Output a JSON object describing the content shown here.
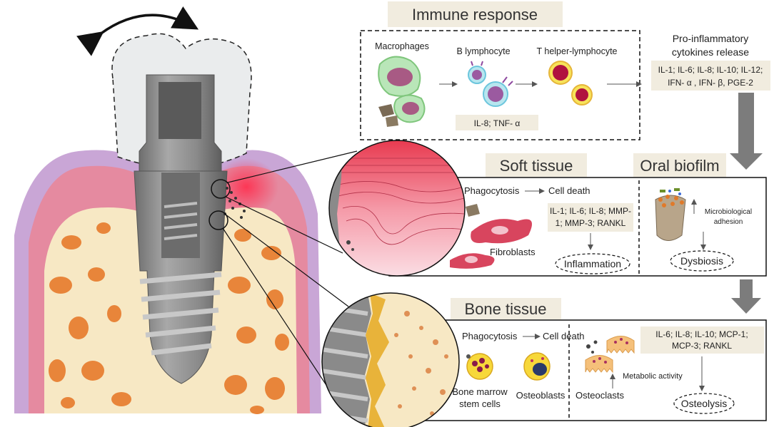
{
  "immune": {
    "title": "Immune response",
    "macrophages": "Macrophages",
    "b_lymphocyte": "B lymphocyte",
    "t_helper": "T helper-lymphocyte",
    "cytokines_small": "IL-8; TNF- α"
  },
  "pro_inflammatory": {
    "title_line1": "Pro-inflammatory",
    "title_line2": "cytokines release",
    "list_line1": "IL-1; IL-6; IL-8; IL-10; IL-12;",
    "list_line2": "IFN- α , IFN- β, PGE-2"
  },
  "soft_tissue": {
    "title": "Soft tissue",
    "phagocytosis": "Phagocytosis",
    "cell_death": "Cell death",
    "cytokines_line1": "IL-1; IL-6; IL-8; MMP-",
    "cytokines_line2": "1; MMP-3; RANKL",
    "fibroblasts": "Fibroblasts",
    "inflammation": "Inflammation"
  },
  "oral_biofilm": {
    "title": "Oral biofilm",
    "adhesion_line1": "Microbiological",
    "adhesion_line2": "adhesion",
    "dysbiosis": "Dysbiosis"
  },
  "bone_tissue": {
    "title": "Bone tissue",
    "phagocytosis": "Phagocytosis",
    "cell_death": "Cell death",
    "stem_cells_line1": "Bone marrow",
    "stem_cells_line2": "stem cells",
    "osteoblasts": "Osteoblasts",
    "osteoclasts": "Osteoclasts",
    "metabolic": "Metabolic activity",
    "cytokines_line1": "IL-6; IL-8; IL-10; MCP-1;",
    "cytokines_line2": "MCP-3; RANKL",
    "osteolysis": "Osteolysis"
  },
  "colors": {
    "gum": "#e58aa0",
    "gum_outer": "#c9a6d6",
    "bone": "#f7e8c4",
    "bone_spot": "#e8853a",
    "implant": "#8f8f8f",
    "label_bg": "#f1ecdf",
    "arrow": "#7c7c7c"
  }
}
